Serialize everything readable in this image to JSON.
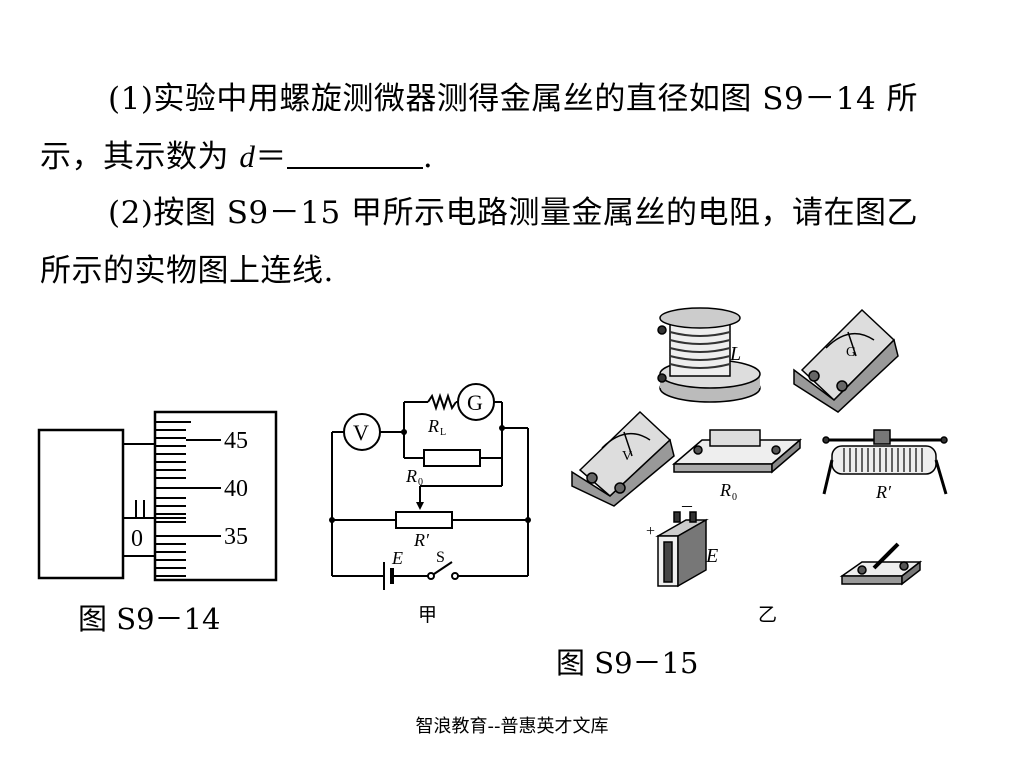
{
  "question": {
    "part1_line1": "(1)实验中用螺旋测微器测得金属丝的直径如图 S9－14 所",
    "part1_line2_prefix": "示，其示数为 ",
    "part1_var": "d",
    "part1_eq": "＝",
    "part1_end": ".",
    "part2_line1": "(2)按图 S9－15 甲所示电路测量金属丝的电阻，请在图乙",
    "part2_line2": "所示的实物图上连线."
  },
  "micrometer": {
    "thimble_labels": [
      "45",
      "40",
      "35"
    ],
    "sleeve_label": "0",
    "caption": "图 S9－14"
  },
  "circuit": {
    "voltmeter": "V",
    "galvanometer": "G",
    "rl": "R",
    "rl_sub": "L",
    "r0": "R",
    "r0_sub": "0",
    "rprime": "R′",
    "emf": "E",
    "switch": "S",
    "label": "甲"
  },
  "apparatus": {
    "inductor": "L",
    "galvanometer": "G",
    "voltmeter": "V",
    "r0": "R",
    "r0_sub": "0",
    "rheostat": "R′",
    "battery": "E",
    "plus": "+",
    "minus": "－",
    "label": "乙"
  },
  "figure_caption": "图 S9－15",
  "footer": "智浪教育--普惠英才文库"
}
